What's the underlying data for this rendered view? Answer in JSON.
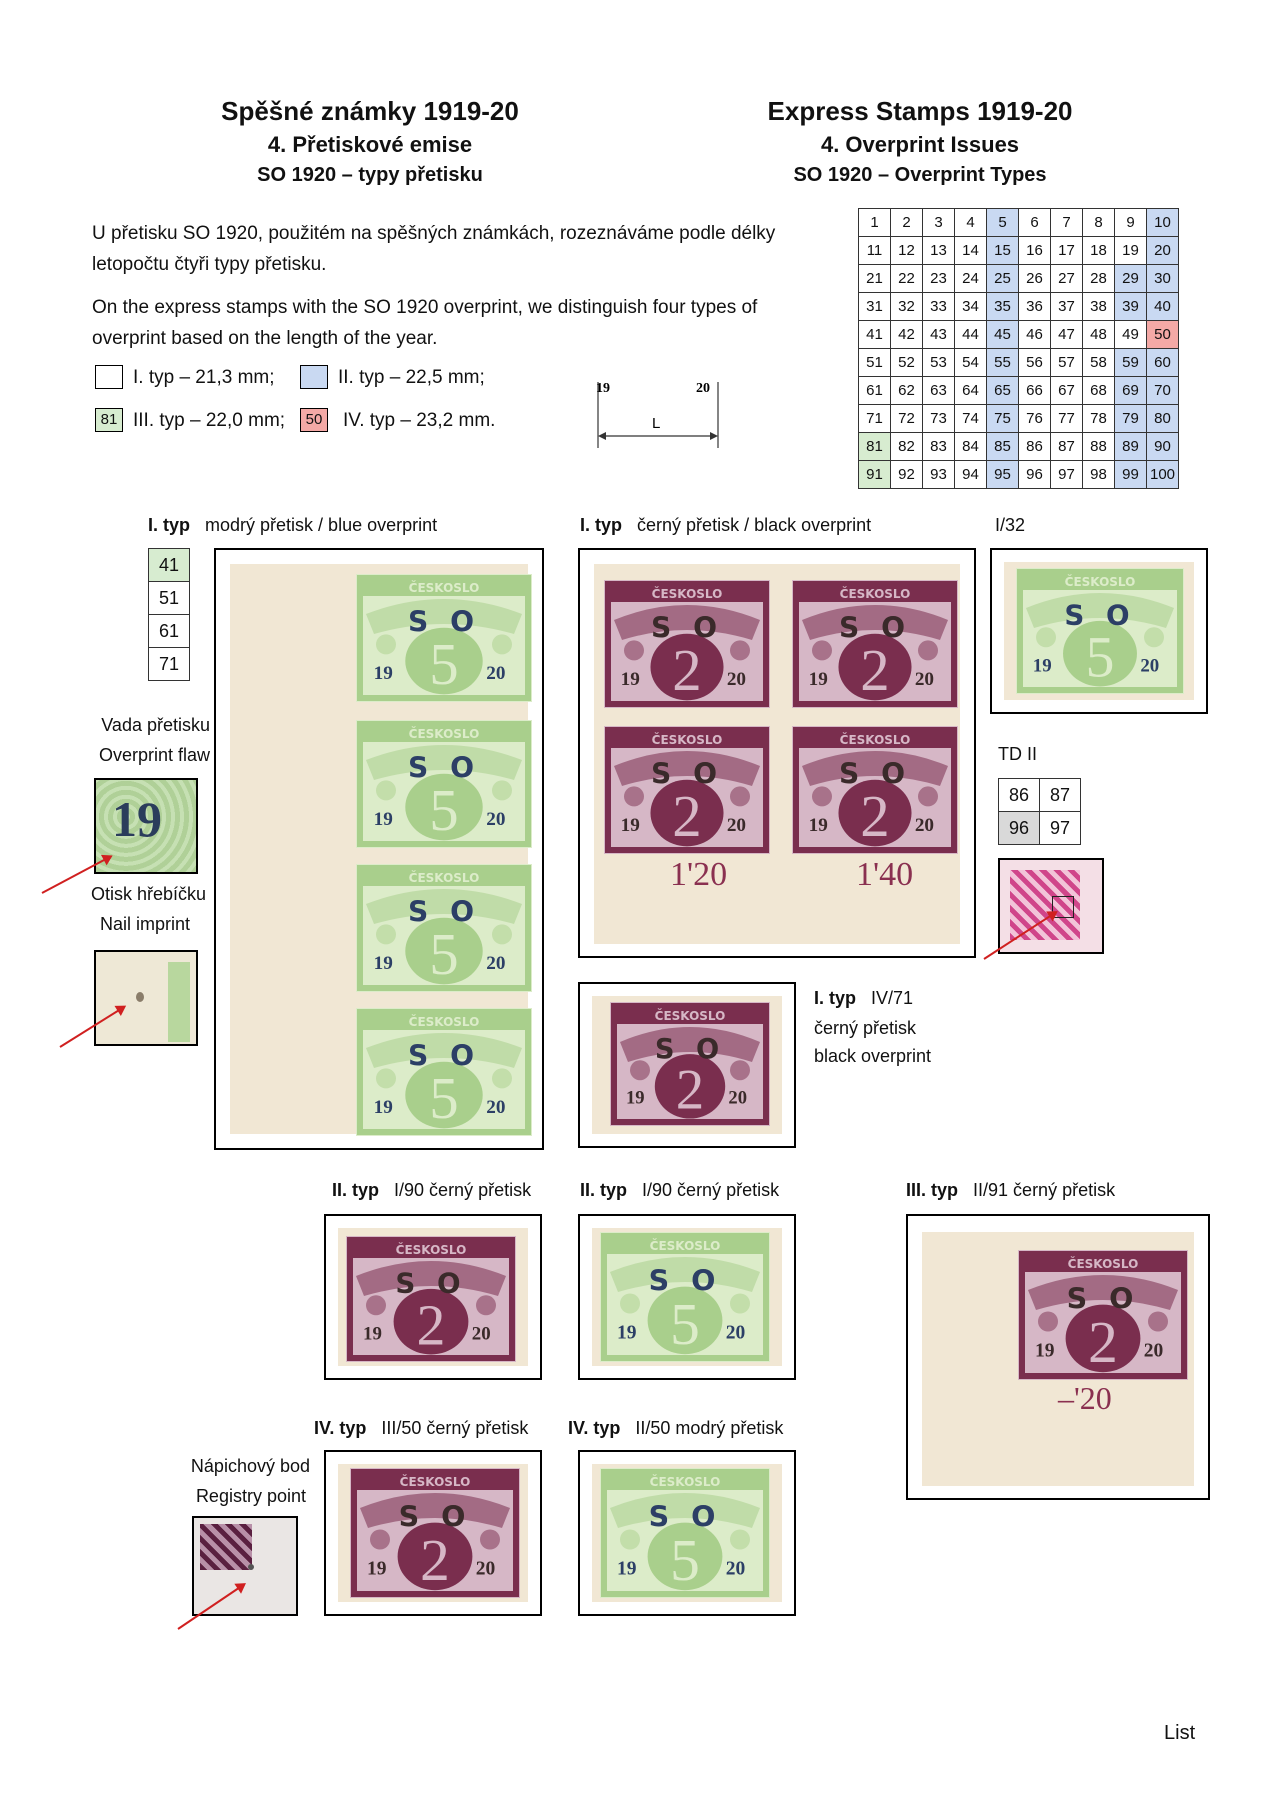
{
  "header": {
    "cz_title": "Spěšné známky 1919-20",
    "cz_sub1": "4. Přetiskové emise",
    "cz_sub2": "SO 1920 – typy přetisku",
    "en_title": "Express Stamps 1919-20",
    "en_sub1": "4. Overprint Issues",
    "en_sub2": "SO 1920 – Overprint Types"
  },
  "intro": {
    "cz": "U přetisku SO 1920, použitém na spěšných známkách, rozeznáváme podle délky letopočtu čtyři typy přetisku.",
    "en": "On the express stamps with the SO 1920 overprint, we distinguish four types of overprint based on the length of the year."
  },
  "legend": {
    "type1": "I. typ – 21,3 mm;",
    "type2": "II. typ – 22,5 mm;",
    "type3": "III. typ – 22,0 mm;",
    "type4": "IV. typ – 23,2 mm.",
    "box3": "81",
    "box4": "50"
  },
  "measure": {
    "left": "19",
    "right": "20",
    "label": "L"
  },
  "grid": {
    "colors": {
      "blue": "#c9d9f2",
      "red": "#f4a9a6",
      "green": "#d7ecd0"
    },
    "rows": [
      [
        "1",
        "2",
        "3",
        "4",
        "5",
        "6",
        "7",
        "8",
        "9",
        "10"
      ],
      [
        "11",
        "12",
        "13",
        "14",
        "15",
        "16",
        "17",
        "18",
        "19",
        "20"
      ],
      [
        "21",
        "22",
        "23",
        "24",
        "25",
        "26",
        "27",
        "28",
        "29",
        "30"
      ],
      [
        "31",
        "32",
        "33",
        "34",
        "35",
        "36",
        "37",
        "38",
        "39",
        "40"
      ],
      [
        "41",
        "42",
        "43",
        "44",
        "45",
        "46",
        "47",
        "48",
        "49",
        "50"
      ],
      [
        "51",
        "52",
        "53",
        "54",
        "55",
        "56",
        "57",
        "58",
        "59",
        "60"
      ],
      [
        "61",
        "62",
        "63",
        "64",
        "65",
        "66",
        "67",
        "68",
        "69",
        "70"
      ],
      [
        "71",
        "72",
        "73",
        "74",
        "75",
        "76",
        "77",
        "78",
        "79",
        "80"
      ],
      [
        "81",
        "82",
        "83",
        "84",
        "85",
        "86",
        "87",
        "88",
        "89",
        "90"
      ],
      [
        "91",
        "92",
        "93",
        "94",
        "95",
        "96",
        "97",
        "98",
        "99",
        "100"
      ]
    ],
    "blue": [
      "5",
      "15",
      "25",
      "35",
      "45",
      "55",
      "65",
      "75",
      "85",
      "95",
      "10",
      "20",
      "29",
      "30",
      "39",
      "40",
      "59",
      "60",
      "69",
      "70",
      "79",
      "80",
      "89",
      "90",
      "99",
      "100"
    ],
    "red": [
      "50"
    ],
    "green": [
      "81",
      "91"
    ]
  },
  "section1": {
    "bold": "I. typ",
    "text": "modrý přetisk / blue overprint",
    "positions": [
      "41",
      "51",
      "61",
      "71"
    ]
  },
  "section2": {
    "bold": "I. typ",
    "text": "černý přetisk / black overprint"
  },
  "section3": {
    "text": "I/32"
  },
  "flaw": {
    "cz": "Vada přetisku",
    "en": "Overprint flaw",
    "glyph": "19"
  },
  "nail": {
    "cz": "Otisk hřebíčku",
    "en": "Nail imprint"
  },
  "td": {
    "label": "TD II",
    "cells": [
      "86",
      "87",
      "96",
      "97"
    ]
  },
  "block_values": {
    "left": "1'20",
    "right": "1'40"
  },
  "single_iv71": {
    "bold": "I. typ",
    "pos": "IV/71",
    "cz": "černý přetisk",
    "en": "black overprint"
  },
  "row2": {
    "a": {
      "bold": "II. typ",
      "text": "I/90 černý přetisk"
    },
    "b": {
      "bold": "II. typ",
      "text": "I/90 černý přetisk"
    },
    "c": {
      "bold": "III. typ",
      "text": "II/91 černý přetisk",
      "margin_value": "–'20"
    }
  },
  "row3": {
    "a": {
      "bold": "IV. typ",
      "text": "III/50 černý přetisk"
    },
    "b": {
      "bold": "IV. typ",
      "text": "II/50 modrý přetisk"
    }
  },
  "registry": {
    "cz": "Nápichový bod",
    "en": "Registry point"
  },
  "stamp": {
    "country": "ČESKOSLO",
    "overprint": "S O",
    "year_left": "19",
    "year_right": "20",
    "value_green": "5",
    "value_purple": "2"
  },
  "colors": {
    "green": "#a9cf8c",
    "purple": "#7a2e4e",
    "paper": "#f1e7d4"
  },
  "footer": {
    "page": "List"
  }
}
